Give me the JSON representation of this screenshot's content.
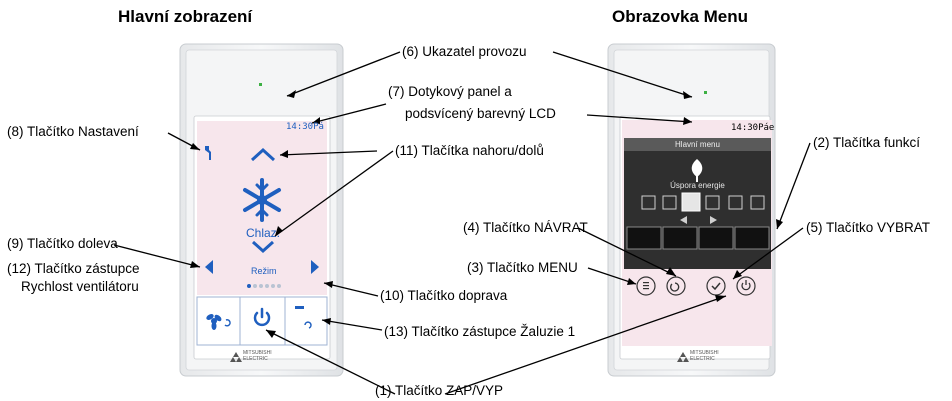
{
  "headings": {
    "left": "Hlavní zobrazení",
    "right": "Obrazovka Menu"
  },
  "left_device": {
    "clock": "14:30Pá",
    "mode_label": "Chlaz.",
    "mode_caption": "Režim",
    "brand": "MITSUBISHI ELECTRIC"
  },
  "right_device": {
    "clock": "14:30Páe",
    "menu_title": "Hlavní menu",
    "menu_item": "Úspora energie",
    "brand": "MITSUBISHI ELECTRIC"
  },
  "callouts": {
    "c6": "(6) Ukazatel provozu",
    "c7a": "(7) Dotykový panel a",
    "c7b": "podsvícený barevný LCD",
    "c8": "(8) Tlačítko Nastavení",
    "c11": "(11) Tlačítka nahoru/dolů",
    "c2": "(2) Tlačítka funkcí",
    "c4": "(4) Tlačítko NÁVRAT",
    "c5": "(5) Tlačítko VYBRAT",
    "c9": "(9) Tlačítko doleva",
    "c3": "(3) Tlačítko MENU",
    "c12a": "(12) Tlačítko zástupce",
    "c12b": "Rychlost ventilátoru",
    "c10": "(10) Tlačítko doprava",
    "c13": "(13) Tlačítko zástupce Žaluzie 1",
    "c1": "(1) Tlačítko ZAP/VYP"
  },
  "colors": {
    "lcd_pink": "#f7e6ec",
    "accent_blue": "#1f5fbf",
    "panel_white": "#f4f5f6",
    "frame_grey": "#d9dcdf"
  },
  "icons": [
    "wrench-icon",
    "chevron-up-icon",
    "chevron-down-icon",
    "snowflake-icon",
    "arrow-left-icon",
    "arrow-right-icon",
    "fan-icon",
    "power-icon",
    "louver-icon",
    "mitsubishi-logo-icon",
    "menu-icon",
    "return-icon",
    "check-icon"
  ]
}
